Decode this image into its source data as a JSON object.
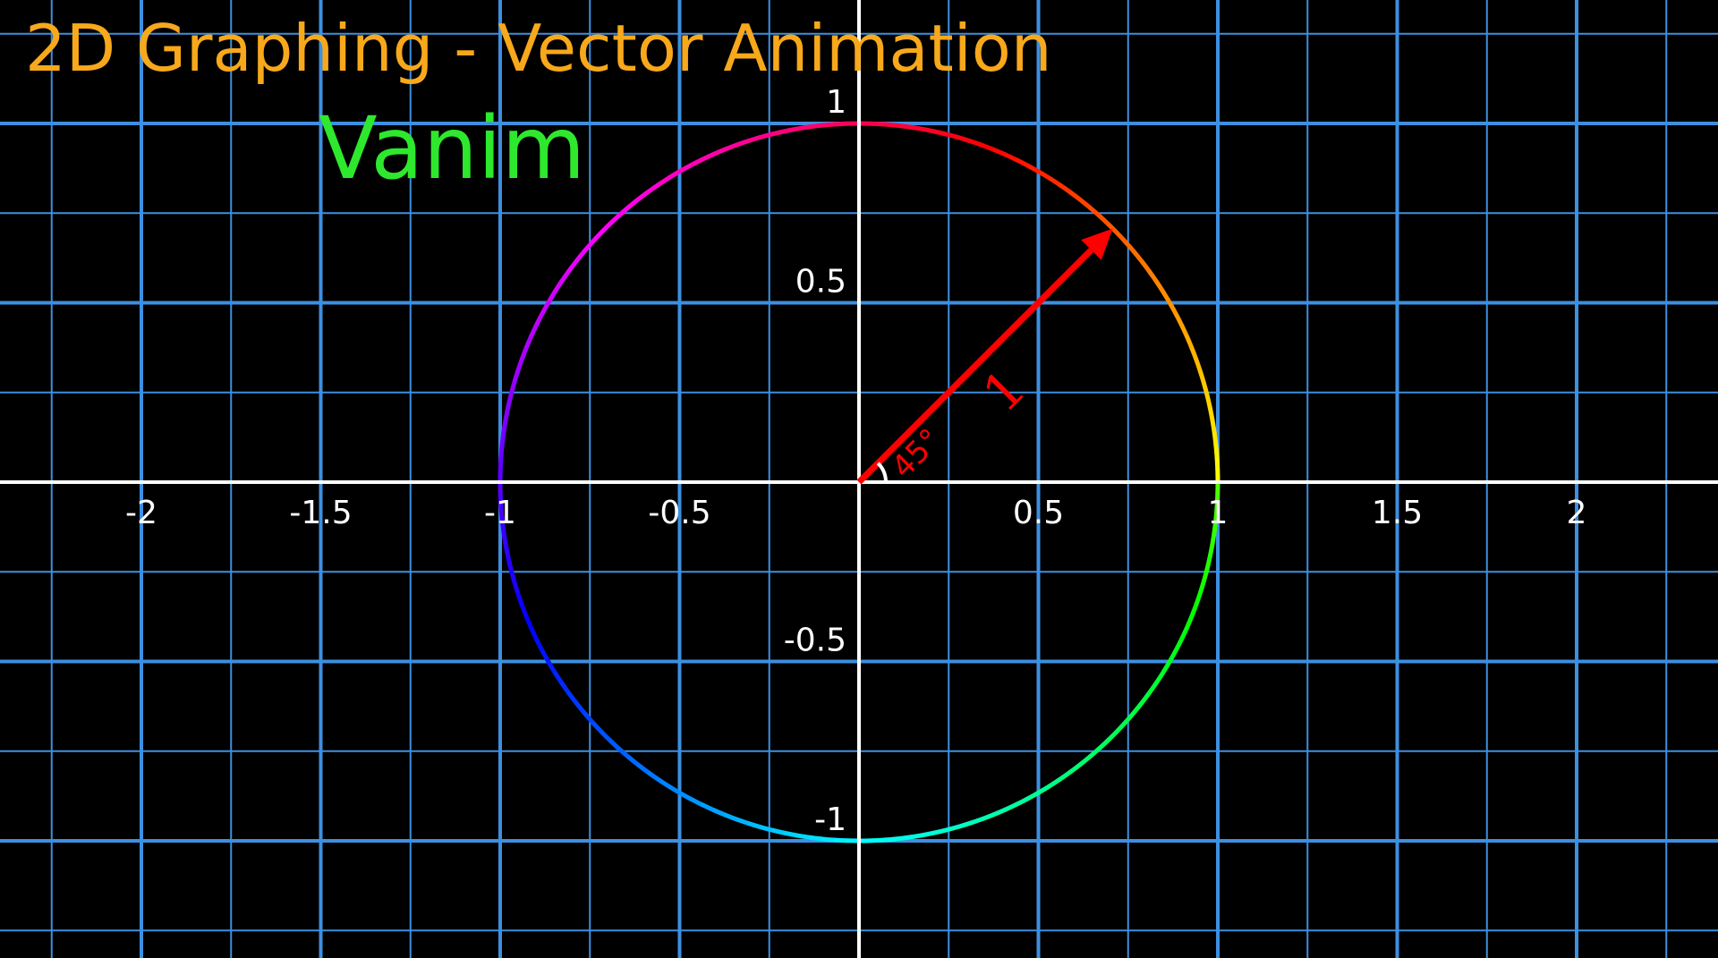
{
  "header": {
    "title": "2D Graphing - Vector Animation",
    "subtitle": "Vanim"
  },
  "colors": {
    "background": "#000000",
    "grid": "#3d8fe0",
    "axes": "#ffffff",
    "title": "#f7a81b",
    "subtitle": "#2ee82e",
    "vector": "#ff0000"
  },
  "chart_data": {
    "type": "line",
    "xlim": [
      -2.4,
      2.4
    ],
    "ylim": [
      -1.3,
      1.35
    ],
    "x_ticks": [
      -2,
      -1.5,
      -1,
      -0.5,
      0.5,
      1,
      1.5,
      2
    ],
    "x_tick_labels": [
      "-2",
      "-1.5",
      "-1",
      "-0.5",
      "0.5",
      "1",
      "1.5",
      "2"
    ],
    "y_ticks": [
      1,
      0.5,
      -0.5,
      -1
    ],
    "y_tick_labels": [
      "1",
      "0.5",
      "-0.5",
      "-1"
    ],
    "major_grid_step": 0.5,
    "minor_grid_step": 0.25,
    "grid": true,
    "circle": {
      "cx": 0,
      "cy": 0,
      "r": 1,
      "stroke": "rainbow gradient"
    },
    "vector": {
      "from": [
        0,
        0
      ],
      "to": [
        0.7071,
        0.7071
      ],
      "length_label": "1"
    },
    "angle": {
      "degrees": 45,
      "label": "45°"
    }
  }
}
